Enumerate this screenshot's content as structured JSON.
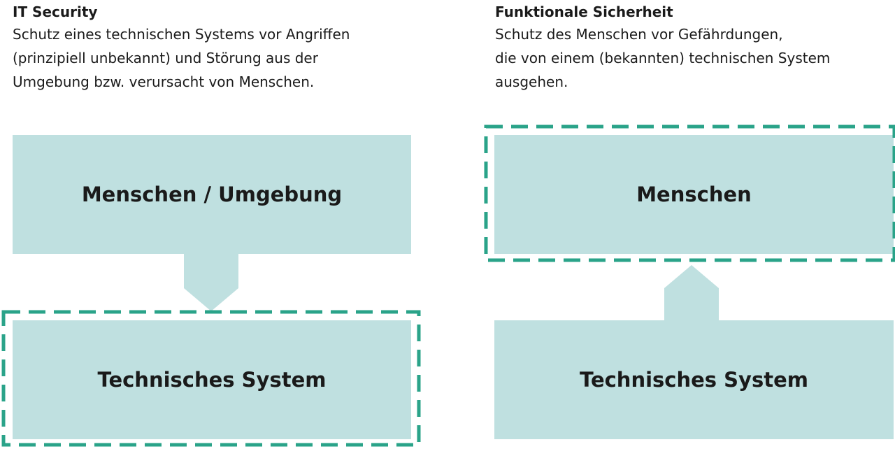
{
  "it_security": {
    "title": "IT Security",
    "description_lines": [
      "Schutz eines technischen Systems vor Angriffen",
      "(prinzipiell unbekannt) und Störung aus der",
      "Umgebung bzw. verursacht von Menschen."
    ],
    "top_box_label": "Menschen / Umgebung",
    "bottom_box_label": "Technisches System"
  },
  "functional_safety": {
    "title": "Funktionale Sicherheit",
    "description_lines": [
      "Schutz des Menschen vor Gefährdungen,",
      "die von einem (bekannten) technischen System",
      "ausgehen."
    ],
    "top_box_label": "Menschen",
    "bottom_box_label": "Technisches System"
  },
  "colors": {
    "box_fill": "#bfe0e0",
    "dashed_border": "#2aa389",
    "text": "#1a1a1a"
  }
}
